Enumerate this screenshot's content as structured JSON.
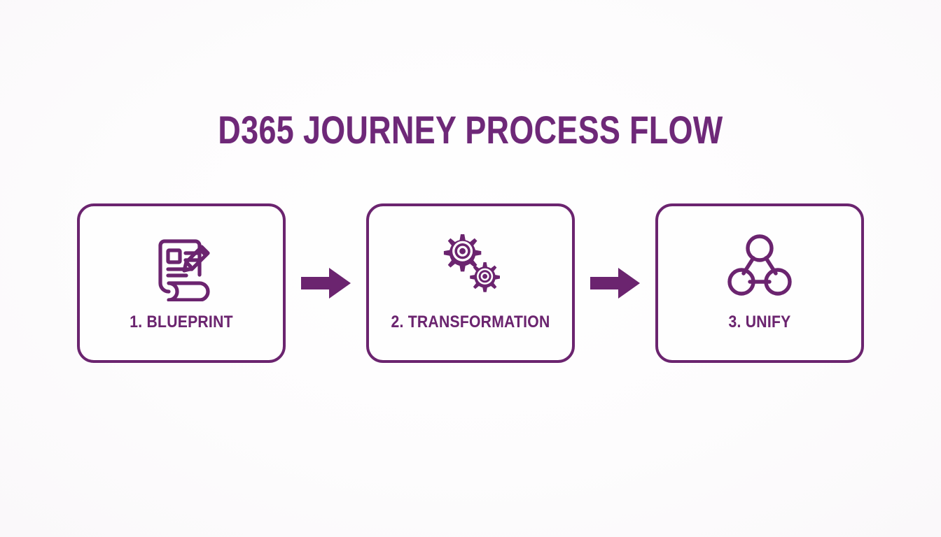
{
  "diagram": {
    "title": "D365 JOURNEY PROCESS FLOW",
    "type": "linear-process-flow",
    "background_color": "#fdfdfc",
    "accent_color": "#6b246f",
    "title_color": "#6e2878",
    "steps": [
      {
        "number": "1",
        "label": "1. BLUEPRINT",
        "icon": "blueprint-document-pencil-icon"
      },
      {
        "number": "2",
        "label": "2. TRANSFORMATION",
        "icon": "gears-icon"
      },
      {
        "number": "3",
        "label": "3. UNIFY",
        "icon": "network-nodes-icon"
      }
    ],
    "connectors": [
      {
        "icon": "arrow-right-icon",
        "from": "1. BLUEPRINT",
        "to": "2. TRANSFORMATION"
      },
      {
        "icon": "arrow-right-icon",
        "from": "2. TRANSFORMATION",
        "to": "3. UNIFY"
      }
    ]
  }
}
